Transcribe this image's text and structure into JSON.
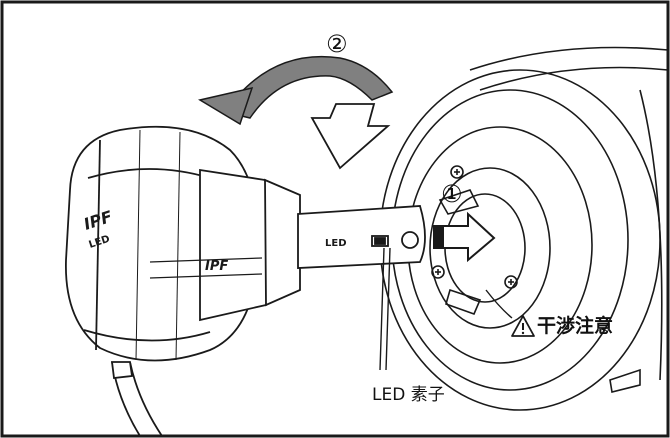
{
  "labels": {
    "step_2": "②",
    "step_1": "①",
    "interference_warning": "干渉注意",
    "led_element": "LED 素子"
  },
  "logo_text": {
    "cap": "IPF",
    "cap_sub": "LED",
    "body": "IPF",
    "base": "LED"
  },
  "colors": {
    "line": "#1a1a1a",
    "arrow_dark": "#808080",
    "background": "#ffffff"
  }
}
